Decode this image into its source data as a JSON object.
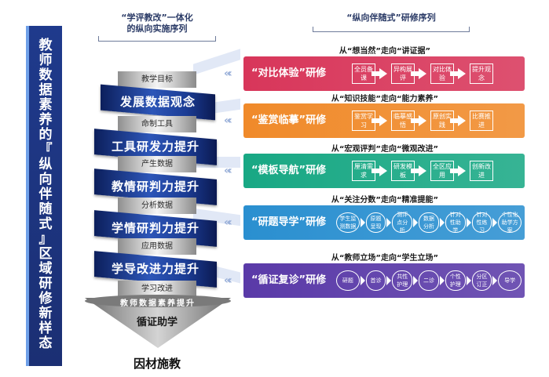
{
  "left_title": [
    "教",
    "师",
    "数",
    "据",
    "素",
    "养",
    "的",
    "『",
    "纵",
    "向",
    "伴",
    "随",
    "式",
    "』",
    "区",
    "域",
    "研",
    "修",
    "新",
    "样",
    "态"
  ],
  "center_header": {
    "line1": "“学评教改”一体化",
    "line2": "的纵向实施序列"
  },
  "right_header": {
    "line1": "“纵向伴随式”研修序列"
  },
  "spiral": {
    "cylinders": [
      "教学目标",
      "命制工具",
      "产生数据",
      "分析数据",
      "应用数据",
      "学习改进"
    ],
    "bands": [
      "发展数据观念",
      "工具研发力提升",
      "教情研判力提升",
      "学情研判力提升",
      "学导改进力提升"
    ],
    "funnel_top": "教师数据素养提升",
    "funnel_bottom": "循证助学",
    "base_caption": "因材施教"
  },
  "rows": [
    {
      "heading": "从“想当然”走向“讲证据”",
      "label": "“对比体验”研修",
      "color": "#d8365a",
      "steps": [
        "全员备课",
        "异构展评",
        "对比体验",
        "提升观念"
      ]
    },
    {
      "heading": "从“知识技能”走向“能力素养”",
      "label": "“鉴赏临摹”研修",
      "color": "#f08a2a",
      "steps": [
        "鉴赏学习",
        "临摹感悟",
        "原创实践",
        "比赛推进"
      ]
    },
    {
      "heading": "从“宏观评判”走向“微观改进”",
      "label": "“模板导航”研修",
      "color": "#18a884",
      "steps": [
        "厘清需求",
        "研发模板",
        "全区应用",
        "创新改进"
      ]
    },
    {
      "heading": "从“关注分数”走向“精准提能”",
      "label": "“研题导学”研修",
      "color": "#2a8fd0",
      "steps": [
        "学生监测数据",
        "原题呈现",
        "测评点分析",
        "数据分析",
        "针对性助学",
        "针对性练习",
        "个性化助学方案"
      ]
    },
    {
      "heading": "从“教师立场”走向“学生立场”",
      "label": "“循证复诊”研修",
      "color": "#5a3aa8",
      "steps": [
        "研题",
        "首诊",
        "共性护理",
        "二诊",
        "个性护理",
        "分区订正",
        "导学"
      ]
    }
  ]
}
